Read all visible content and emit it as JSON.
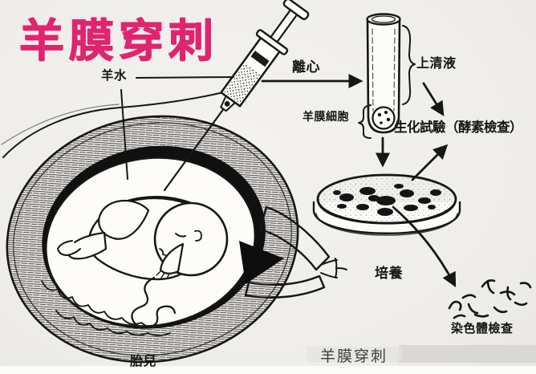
{
  "title": "羊膜穿刺",
  "caption": "羊膜穿刺",
  "diagram": {
    "labels": {
      "amniotic_fluid": "羊水",
      "fetus": "胎兒",
      "centrifuge": "離心",
      "supernatant": "上清液",
      "amniotic_cells": "羊膜細胞",
      "biochemical_test": "生化試驗（酵素檢查）",
      "culture": "培養",
      "chromosome_exam": "染色體檢查"
    },
    "figures": [
      "uterus-with-fetus",
      "syringe",
      "test-tube",
      "petri-dish",
      "culture-colonies",
      "chromosomes"
    ]
  },
  "colors": {
    "title_pink": "#e0246f",
    "ink": "#161616",
    "paper": "#f1efec",
    "caption_text": "#3f3f3f",
    "caption_band": "#d7d5d3"
  }
}
